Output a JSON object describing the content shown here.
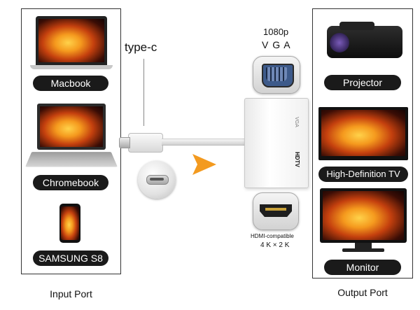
{
  "input_panel": {
    "devices": [
      "Macbook",
      "Chromebook",
      "SAMSUNG S8"
    ],
    "caption": "Input Port"
  },
  "output_panel": {
    "devices": [
      "Projector",
      "High-Definition TV",
      "Monitor"
    ],
    "caption": "Output Port"
  },
  "cable_label": "type-c",
  "vga": {
    "resolution": "1080p",
    "name": "V G A"
  },
  "hdmi": {
    "name": "HDMI-compatible",
    "resolution": "4 K × 2 K"
  },
  "adapter": {
    "vga_port_label": "VGA",
    "hdtv_port_label": "HDTV"
  },
  "colors": {
    "arrow": "#f39a1f",
    "pill": "#1a1a1a",
    "panel_border": "#333333"
  }
}
